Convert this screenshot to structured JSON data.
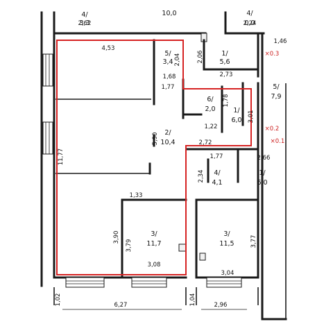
{
  "plan": {
    "colors": {
      "wall": "#1a1a1a",
      "outline": "#d62222",
      "background": "#ffffff"
    },
    "rooms": [
      {
        "id": "r_top_left",
        "no": "4",
        "area": "3,3",
        "dim": "2,62"
      },
      {
        "id": "r_top_mid",
        "dim": "10,0"
      },
      {
        "id": "r_top_right",
        "no": "4",
        "area": "0,0",
        "dim": "2,24"
      },
      {
        "id": "r_5a",
        "no": "5",
        "area": "3,4",
        "dim": "2,04"
      },
      {
        "id": "r_1a",
        "no": "1",
        "area": "5,6"
      },
      {
        "id": "r_5b",
        "no": "5",
        "area": "7,9"
      },
      {
        "id": "r_6",
        "no": "6",
        "area": "2,0"
      },
      {
        "id": "r_1b",
        "no": "1",
        "area": "6,0"
      },
      {
        "id": "r_2",
        "no": "2",
        "area": "10,4"
      },
      {
        "id": "r_4",
        "no": "4",
        "area": "4,1"
      },
      {
        "id": "r_1c",
        "no": "1",
        "area": "6,0"
      },
      {
        "id": "r_3a",
        "no": "3",
        "area": "11,7"
      },
      {
        "id": "r_3b",
        "no": "3",
        "area": "11,5"
      }
    ],
    "dims": [
      {
        "id": "d_453",
        "text": "4,53"
      },
      {
        "id": "d_146",
        "text": "1,46"
      },
      {
        "id": "d_206",
        "text": "2,06"
      },
      {
        "id": "d_273",
        "text": "2,73"
      },
      {
        "id": "d_168",
        "text": "1,68"
      },
      {
        "id": "d_177a",
        "text": "1,77"
      },
      {
        "id": "d_178",
        "text": "1,78"
      },
      {
        "id": "d_122",
        "text": "1,22"
      },
      {
        "id": "d_301",
        "text": "3,01"
      },
      {
        "id": "d_590",
        "text": "5,90"
      },
      {
        "id": "d_1177",
        "text": "11,77"
      },
      {
        "id": "d_272",
        "text": "2,72"
      },
      {
        "id": "d_177b",
        "text": "1,77"
      },
      {
        "id": "d_266",
        "text": "2,66"
      },
      {
        "id": "d_234",
        "text": "2,34"
      },
      {
        "id": "d_133",
        "text": "1,33"
      },
      {
        "id": "d_390",
        "text": "3,90"
      },
      {
        "id": "d_379",
        "text": "3,79"
      },
      {
        "id": "d_377",
        "text": "3,77"
      },
      {
        "id": "d_308",
        "text": "3,08"
      },
      {
        "id": "d_304",
        "text": "3,04"
      },
      {
        "id": "d_102",
        "text": "1,02"
      },
      {
        "id": "d_627",
        "text": "6,27"
      },
      {
        "id": "d_104",
        "text": "1,04"
      },
      {
        "id": "d_296",
        "text": "2,96"
      }
    ],
    "marks": [
      {
        "id": "m_03",
        "text": "×0.3"
      },
      {
        "id": "m_02",
        "text": "×0.2"
      },
      {
        "id": "m_01",
        "text": "×0.1"
      }
    ]
  }
}
